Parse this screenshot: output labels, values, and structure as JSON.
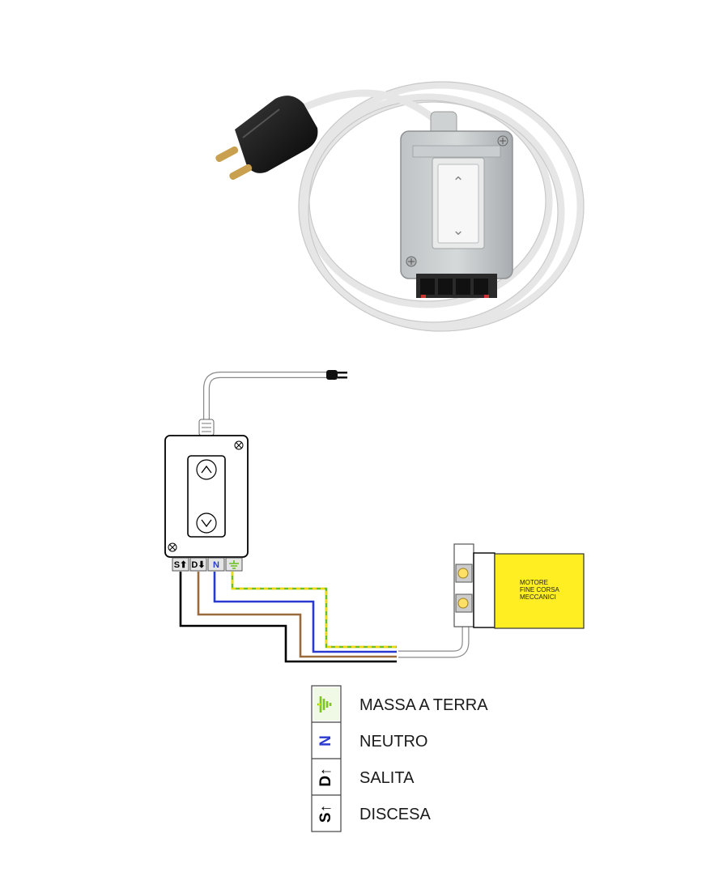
{
  "photo": {
    "arrow_up": "⌃",
    "arrow_down": "⌄"
  },
  "schematic": {
    "terminals": [
      {
        "id": "S",
        "label": "S⬆",
        "color": "#000000"
      },
      {
        "id": "D",
        "label": "D⬇",
        "color": "#8b5a2b"
      },
      {
        "id": "N",
        "label": "N",
        "color": "#2a3ad0"
      },
      {
        "id": "PE",
        "label": "",
        "color": "#8cc63f"
      }
    ],
    "motor_label_lines": [
      "MOTORE",
      "FINE CORSA",
      "MECCANICI"
    ],
    "motor_color": "#ffee22"
  },
  "legend": {
    "items": [
      {
        "symbol": "earth-icon",
        "label": "MASSA A TERRA"
      },
      {
        "symbol": "N",
        "label": "NEUTRO"
      },
      {
        "symbol": "D↑",
        "label": "SALITA"
      },
      {
        "symbol": "S↑",
        "label": "DISCESA"
      }
    ]
  }
}
